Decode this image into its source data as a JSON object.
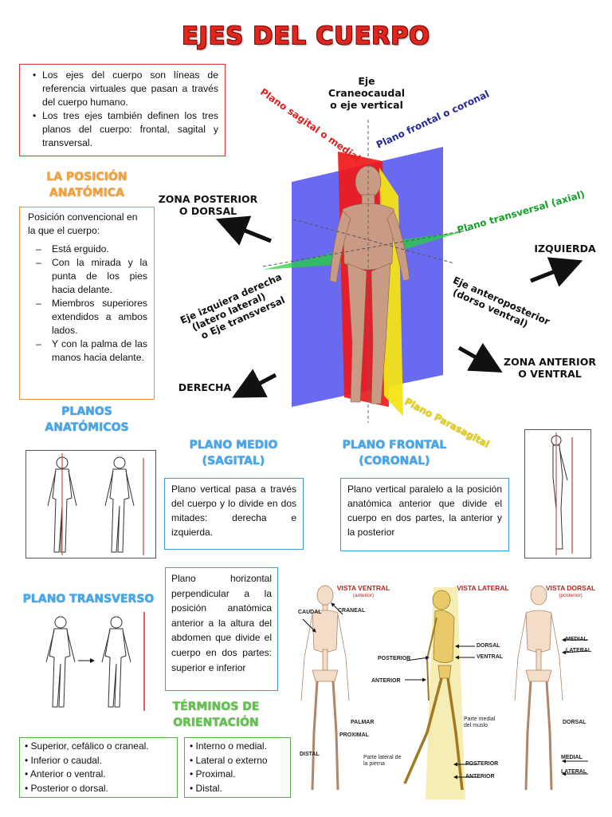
{
  "title": "EJES DEL CUERPO",
  "intro": [
    "Los ejes del cuerpo son líneas de referencia virtuales que pasan a través del cuerpo humano.",
    "Los tres ejes también definen los tres planos del cuerpo: frontal, sagital y transversal."
  ],
  "posicion": {
    "heading_1": "LA POSICIÓN",
    "heading_2": "ANATÓMICA",
    "intro": "Posición convencional en la que el cuerpo:",
    "items": [
      "Está erguido.",
      "Con la mirada y la punta de los pies hacia delante.",
      "Miembros superiores extendidos a ambos lados.",
      "Y con la palma de las manos hacia delante."
    ]
  },
  "diagram": {
    "eje_1": "Eje",
    "eje_2": "Craneocaudal",
    "eje_3": "o eje vertical",
    "plano_sagital": "Plano sagital o medial",
    "plano_frontal": "Plano frontal o coronal",
    "plano_transversal": "Plano transversal (axial)",
    "zona_posterior_1": "ZONA POSTERIOR",
    "zona_posterior_2": "O DORSAL",
    "izquierda": "IZQUIERDA",
    "anteroposterior_1": "Eje anteroposterior",
    "anteroposterior_2": "(dorso ventral)",
    "izq_der_1": "Eje izquiera derecha",
    "izq_der_2": "(latero lateral)",
    "izq_der_3": "o Eje transversal",
    "zona_anterior_1": "ZONA ANTERIOR",
    "zona_anterior_2": "O VENTRAL",
    "derecha": "DERECHA",
    "parasagital": "Plano Parasagital"
  },
  "planos": {
    "heading_1": "PLANOS",
    "heading_2": "ANATÓMICOS"
  },
  "medio": {
    "heading_1": "PLANO MEDIO",
    "heading_2": "(SAGITAL)",
    "text": "Plano vertical pasa a través del cuerpo y lo divide en dos mitades: derecha e izquierda."
  },
  "frontal": {
    "heading_1": "PLANO FRONTAL",
    "heading_2": "(CORONAL)",
    "text": "Plano vertical paralelo a la posición anatómica anterior que divide el cuerpo en dos partes, la anterior y la posterior"
  },
  "transverso": {
    "heading": "PLANO TRANSVERSO",
    "text": "Plano horizontal perpendicular a la posición anatómica anterior a la altura del abdomen que divide el cuerpo en dos partes: superior e inferior"
  },
  "terminos": {
    "heading_1": "TÉRMINOS DE",
    "heading_2": "ORIENTACIÓN",
    "left": [
      "Superior, cefálico o craneal.",
      "Inferior o caudal.",
      "Anterior o ventral.",
      "Posterior o dorsal."
    ],
    "right": [
      "Interno o medial.",
      "Lateral o externo",
      "Proximal.",
      "Distal."
    ]
  },
  "skeleton": {
    "vista_ventral": "VISTA VENTRAL",
    "ventral_sub": "(anterior)",
    "vista_lateral": "VISTA LATERAL",
    "vista_dorsal": "VISTA DORSAL",
    "dorsal_sub": "(posterior)",
    "labels": {
      "caudal": "CAUDAL",
      "craneal": "CRANEAL",
      "posterior_1": "POSTERIOR",
      "dorsal_1": "DORSAL",
      "ventral": "VENTRAL",
      "anterior_1": "ANTERIOR",
      "medial_1": "MEDIAL",
      "lateral_1": "LATERAL",
      "palmar": "PALMAR",
      "proximal": "PROXIMAL",
      "distal": "DISTAL",
      "parte_medial": "Parte medial del muslo",
      "parte_lateral": "Parte lateral de la pierna",
      "posterior_2": "POSTERIOR",
      "anterior_2": "ANTERIOR",
      "dorsal_2": "DORSAL",
      "medial_2": "MEDIAL",
      "lateral_2": "LATERAL"
    }
  },
  "colors": {
    "title": "#e1261c",
    "box_red": "#dd3333",
    "box_orange": "#f08a3c",
    "box_blue": "#3d9bd8",
    "box_green": "#55b04a",
    "plane_blue": "#5a5af0",
    "plane_red": "#f02020",
    "plane_yellow": "#f2e21c",
    "plane_green": "#28d23c"
  }
}
